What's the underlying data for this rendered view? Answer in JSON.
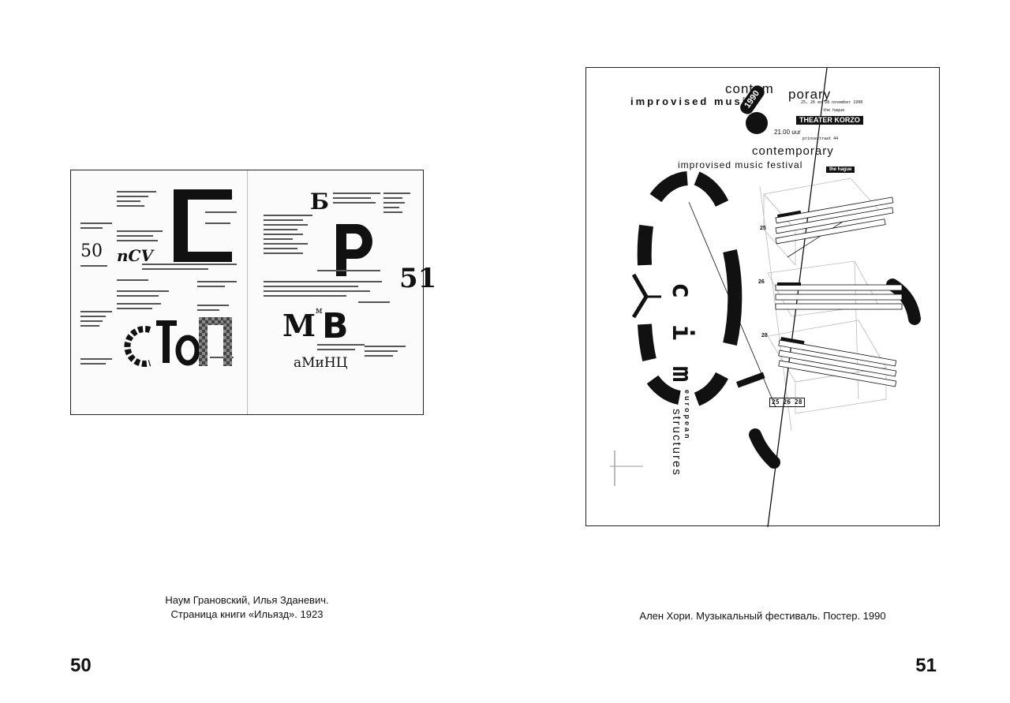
{
  "left_page": {
    "figure_glyphs": {
      "fifty": "50",
      "ncv": "nCV",
      "b": "Б",
      "fifty_one": "51",
      "m": "М",
      "b2": "В",
      "superscript": "м",
      "mhn": "аМиНЦ"
    },
    "caption_line1": "Наум Грановский, Илья Зданевич.",
    "caption_line2": "Страница книги «Ильязд». 1923",
    "page_number": "50"
  },
  "right_page": {
    "poster_text": {
      "contem": "contem",
      "porary": "porary",
      "improvised_music": "improvised music",
      "dates": "25, 26 en 28 november 1990",
      "the_hague_small": "the hague",
      "theater": "THEATER KORZO",
      "year": "1990",
      "time": "21.00 uur",
      "address": "prinsestraat 44",
      "contemporary": "contemporary",
      "improvised_festival": "improvised music festival",
      "the_hague": "the hague",
      "cim": "c i m",
      "european": "european",
      "structures": "structures",
      "day_25": "25",
      "day_26": "26",
      "day_28": "28",
      "date_code": "25 26 28"
    },
    "caption": "Ален Хори. Музыкальный фестиваль. Постер. 1990",
    "page_number": "51"
  }
}
